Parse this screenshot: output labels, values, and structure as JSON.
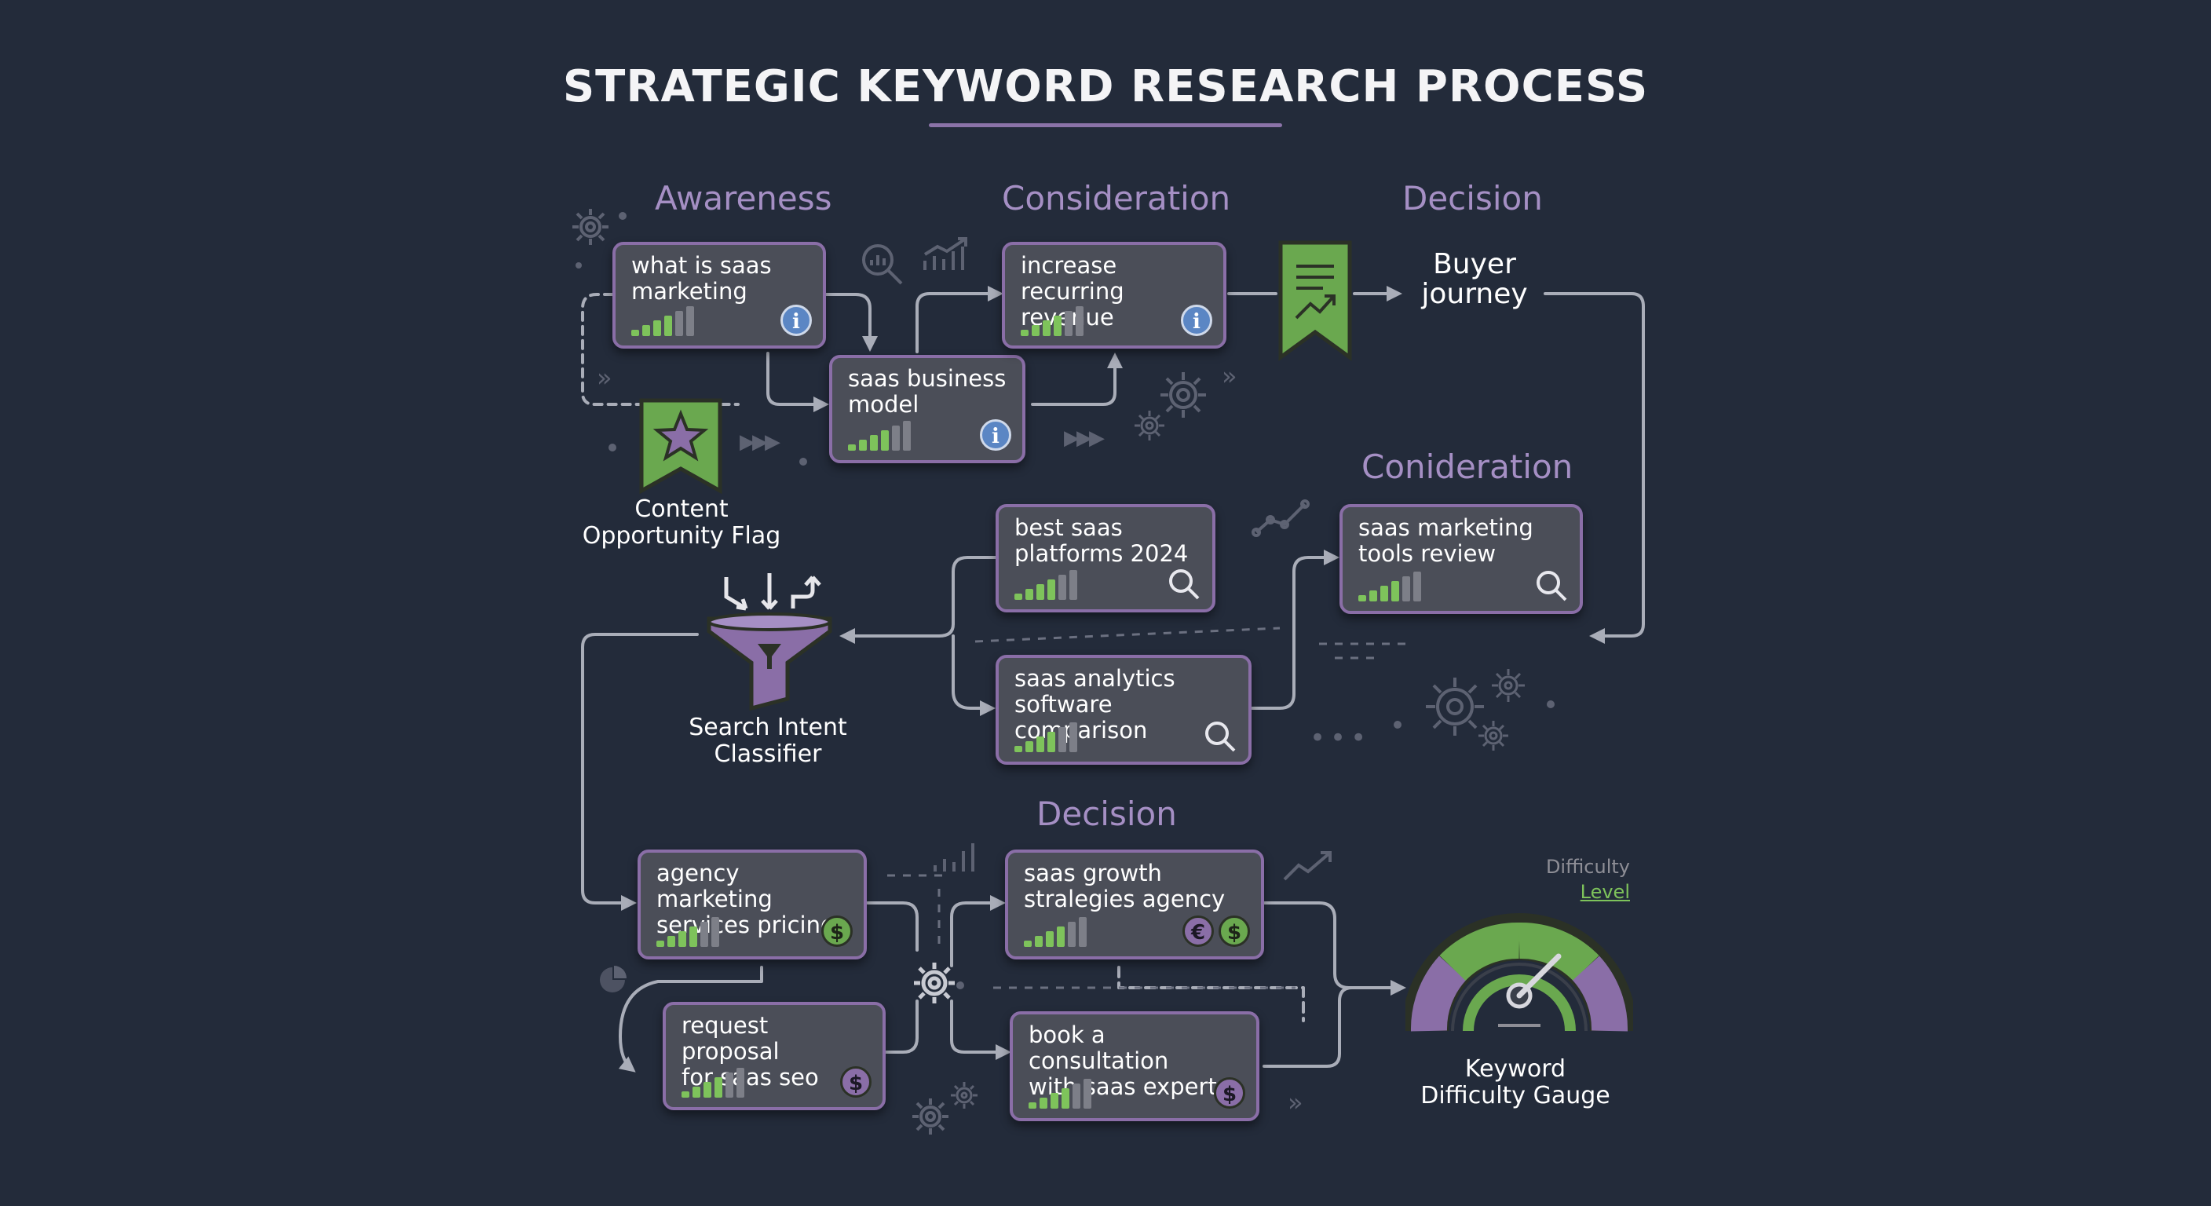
{
  "title": "STRATEGIC KEYWORD RESEARCH PROCESS",
  "stages": {
    "awareness": "Awareness",
    "consideration": "Consideration",
    "decision_top": "Decision",
    "coniderration": "Conideration",
    "decision_bottom": "Decision"
  },
  "buyer_journey": [
    "Buyer",
    "journey"
  ],
  "keywords": [
    {
      "id": "k1",
      "lines": [
        "what is saas",
        "marketing"
      ],
      "badge": "info"
    },
    {
      "id": "k2",
      "lines": [
        "saas business",
        "model"
      ],
      "badge": "info"
    },
    {
      "id": "k3",
      "lines": [
        "increase recurring",
        "revenue"
      ],
      "badge": "info"
    },
    {
      "id": "k4",
      "lines": [
        "best saas",
        "platforms 2024"
      ],
      "badge": "search"
    },
    {
      "id": "k5",
      "lines": [
        "saas analytics",
        "software comparison"
      ],
      "badge": "search"
    },
    {
      "id": "k6",
      "lines": [
        "saas marketing",
        "tools review"
      ],
      "badge": "search"
    },
    {
      "id": "k7",
      "lines": [
        "agency marketing",
        "services pricing"
      ],
      "badge": "dollar"
    },
    {
      "id": "k8",
      "lines": [
        "saas growth",
        "stralegies agency"
      ],
      "badge": "euro-dollar"
    },
    {
      "id": "k9",
      "lines": [
        "request proposal",
        "for saas seo"
      ],
      "badge": "dollar"
    },
    {
      "id": "k10",
      "lines": [
        "book a consultation",
        "with saas experts"
      ],
      "badge": "dollar"
    }
  ],
  "content_flag": {
    "lines": [
      "Content",
      "Opportunity Flag"
    ],
    "icon": "star-flag-icon"
  },
  "search_intent": {
    "lines": [
      "Search Intent",
      "Classifier"
    ],
    "icon": "funnel-icon"
  },
  "gauge": {
    "label_lines": [
      "Keyword",
      "Difficulty Gauge"
    ],
    "legend_top": "Difficulty",
    "legend_bottom": "Level",
    "icon": "gauge-icon"
  },
  "colors": {
    "background": "#232b3a",
    "card": "#4b4e58",
    "card_border": "#8a6ea7",
    "accent_purple": "#a58fc4",
    "accent_green": "#6aa84f",
    "arrow": "#a9adb8"
  }
}
